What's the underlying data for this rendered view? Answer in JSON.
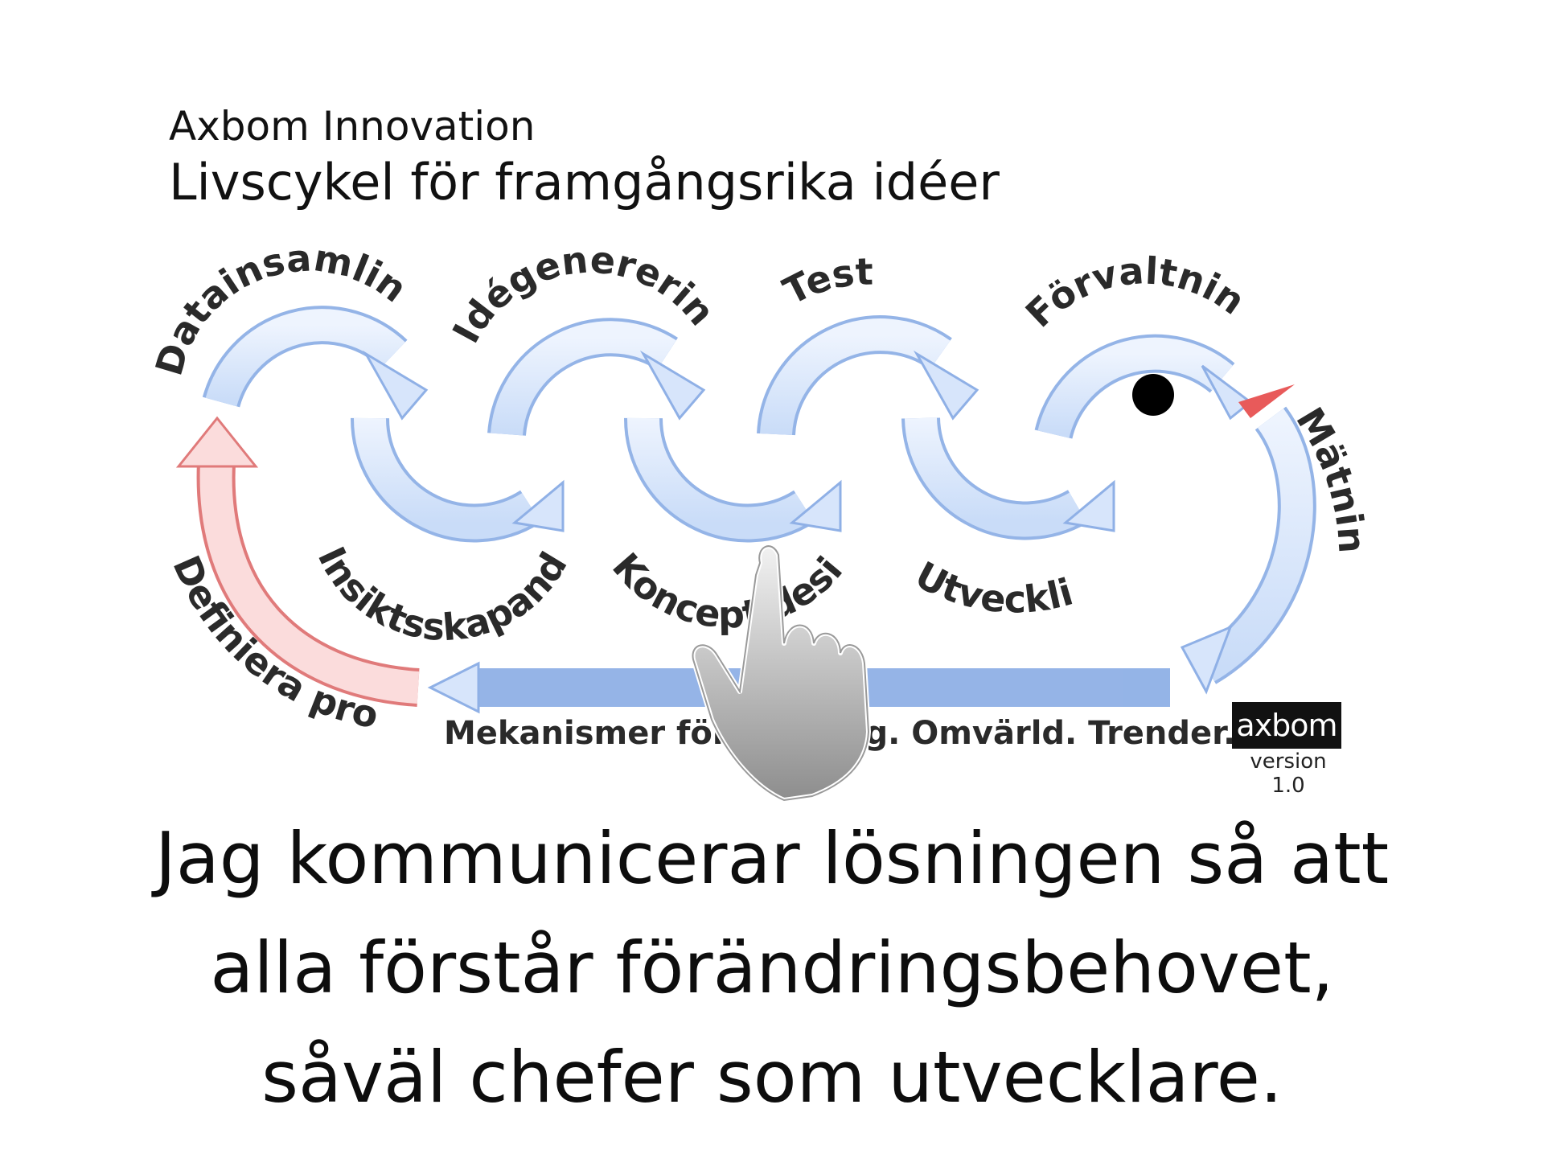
{
  "header": {
    "organization": "Axbom Innovation",
    "title": "Livscykel för framgångsrika idéer"
  },
  "diagram": {
    "stages_top": [
      "Datainsamling",
      "Idégenerering",
      "Test",
      "Förvaltning"
    ],
    "stages_bottom": [
      "Insiktsskapande",
      "Koncept design",
      "Utveckling"
    ],
    "side_labels": {
      "right": "Mätning",
      "left": "Definiera projekt"
    },
    "feedback_visible_start": "Mekanismer för åt",
    "feedback_visible_end": "ng. Omvärld. Trender.",
    "colors": {
      "arrow_fill": "#dbe8fb",
      "arrow_stroke": "#8fb0e6",
      "red_arrow_fill": "#fbdcdc",
      "red_arrow_stroke": "#e07a7a",
      "beak": "#e85a5a",
      "eye": "#000000"
    },
    "overlay_icon": "pointing-hand-icon"
  },
  "logo": {
    "text": "axbom",
    "version": "version 1.0"
  },
  "caption": {
    "lines": [
      "Jag kommunicerar lösningen så att",
      "alla förstår förändringsbehovet,",
      "såväl chefer som utvecklare."
    ]
  }
}
